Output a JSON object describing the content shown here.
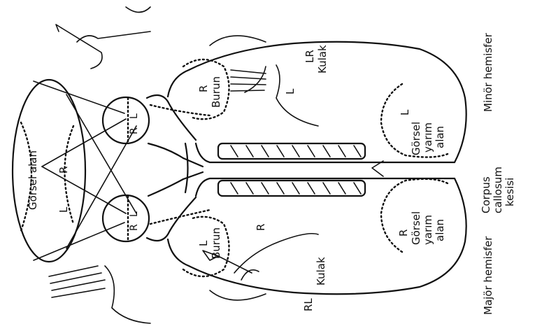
{
  "labels": {
    "visual_field": "Görsel alan",
    "field_R": "R",
    "field_L": "L",
    "eye_R1": "R",
    "eye_L1": "L",
    "eye_R2": "R",
    "eye_L2": "L",
    "R_top": "R",
    "L_bottom": "L",
    "burun": "Burun",
    "L_hand": "L",
    "R_hand": "R",
    "LR": "LR",
    "RL": "RL",
    "kulak": "Kulak",
    "L_gorsel": "L",
    "R_gorsel": "R",
    "gorsel": "Görsel",
    "yarim": "yarım",
    "alan": "alan",
    "minor_hemisphere": "Minör hemisfer",
    "major_hemisphere": "Majör hemisfer",
    "corpus": "Corpus",
    "callosum": "callosum",
    "kesisi": "kesisi"
  }
}
